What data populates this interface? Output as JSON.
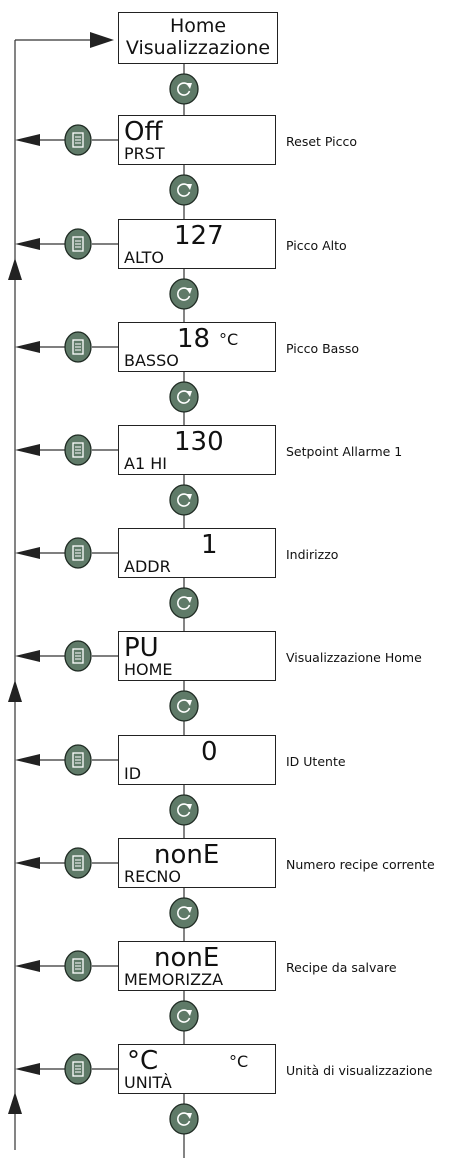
{
  "home": {
    "line1": "Home",
    "line2": "Visualizzazione"
  },
  "steps": [
    {
      "value": "Off",
      "code": "PRST",
      "unit": "",
      "label": "Reset Picco"
    },
    {
      "value": "127",
      "code": "ALTO",
      "unit": "",
      "label": "Picco Alto"
    },
    {
      "value": "18",
      "code": "BASSO",
      "unit": "°C",
      "label": "Picco Basso"
    },
    {
      "value": "130",
      "code": "A1 HI",
      "unit": "",
      "label": "Setpoint Allarme 1"
    },
    {
      "value": "1",
      "code": "ADDR",
      "unit": "",
      "label": "Indirizzo"
    },
    {
      "value": "PU",
      "code": "HOME",
      "unit": "",
      "label": "Visualizzazione Home"
    },
    {
      "value": "0",
      "code": "ID",
      "unit": "",
      "label": "ID Utente"
    },
    {
      "value": "nonE",
      "code": "RECNO",
      "unit": "",
      "label": "Numero recipe corrente"
    },
    {
      "value": "nonE",
      "code": "MEMORIZZA",
      "unit": "",
      "label": "Recipe da salvare"
    },
    {
      "value": "°C",
      "code": "UNITÀ",
      "unit": "°C",
      "label": "Unità di visualizzazione"
    }
  ],
  "colors": {
    "button_fill": "#5f7a68",
    "button_stroke": "#1f2b23",
    "line": "#333333"
  },
  "icons": {
    "scroll_button": "cycle-arrow-icon",
    "page_button": "page-icon"
  }
}
